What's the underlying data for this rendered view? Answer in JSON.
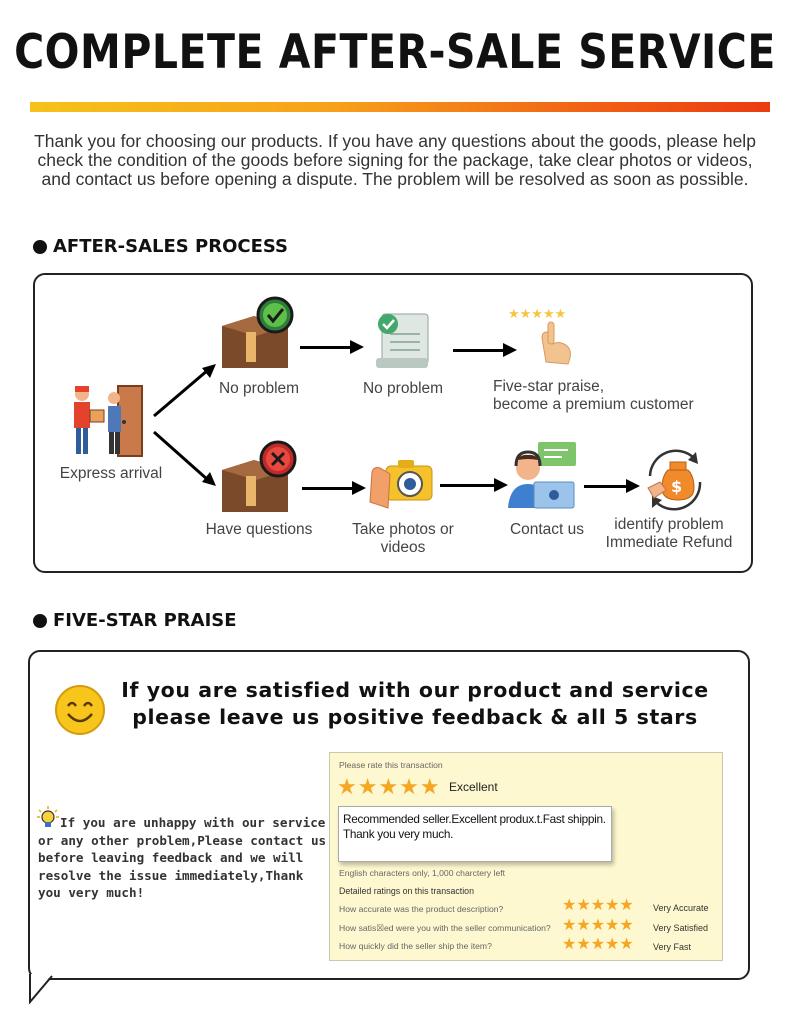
{
  "header": {
    "title": "COMPLETE AFTER-SALE SERVICE",
    "intro": "Thank you for choosing our products. If you have any questions about the goods, please help check the condition of the goods before signing for the package, take clear photos or videos, and contact us before opening a dispute. The problem will be resolved as soon as possible."
  },
  "process": {
    "heading": "AFTER-SALES PROCESS",
    "start_label": "Express arrival",
    "top_row": [
      "No problem",
      "No problem",
      "Five-star praise,",
      "become a premium customer"
    ],
    "bottom_row": [
      "Have questions",
      "Take photos or",
      "videos",
      "Contact us",
      "identify problem",
      "Immediate Refund"
    ]
  },
  "praise": {
    "heading": "FIVE-STAR PRAISE",
    "title_line1": "If you are satisfied with our product and service",
    "title_line2": "please leave us positive feedback & all 5 stars",
    "side_message": "If you are unhappy with our service or any other problem,Please contact us before leaving feedback and we will resolve the issue immediately,Thank you very much!",
    "rating_panel": {
      "prompt": "Please rate this transaction",
      "overall_rating": 5,
      "overall_label": "Excellent",
      "comment": "Recommended seller.Excellent produx.t.Fast shippin. Thank you very much.",
      "char_hint": "English characters only, 1,000 charctery left",
      "detail_heading": "Detailed ratings on this transaction",
      "details": [
        {
          "question": "How accurate was the product description?",
          "stars": 5,
          "value": "Very  Accurate"
        },
        {
          "question": "How satis☒ed were you with the seller communication?",
          "stars": 5,
          "value": "Very  Satisfied"
        },
        {
          "question": "How quickly did the seller ship the item?",
          "stars": 5,
          "value": "Very  Fast"
        }
      ]
    }
  },
  "colors": {
    "accent_gradient": [
      "#f6c21a",
      "#ea3c10"
    ],
    "star": "#f5a623",
    "panel_bg": "#fdf8cf"
  }
}
